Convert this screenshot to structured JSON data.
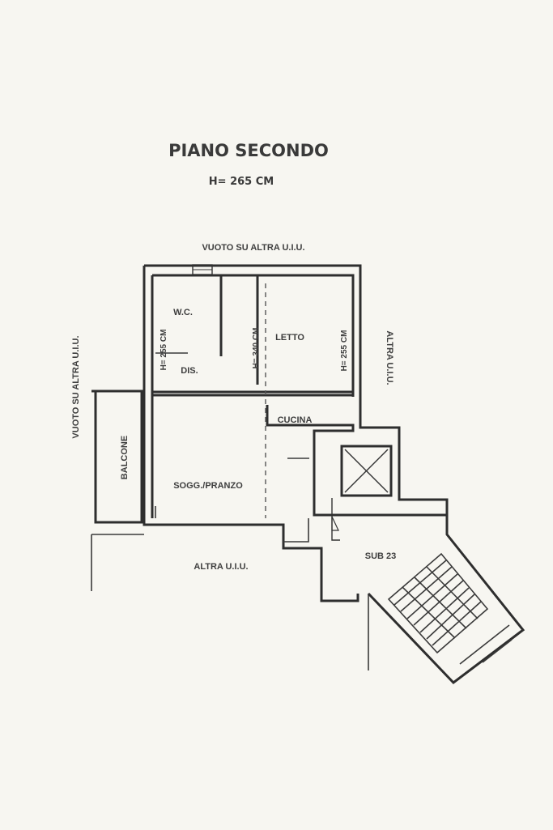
{
  "header": {
    "title": "PIANO SECONDO",
    "subtitle": "H= 265 CM"
  },
  "labels": {
    "top": "VUOTO SU ALTRA U.I.U.",
    "left": "VUOTO SU ALTRA U.I.U.",
    "right": "ALTRA U.I.U.",
    "bottom": "ALTRA U.I.U."
  },
  "rooms": {
    "wc": "W.C.",
    "dis": "DIS.",
    "letto": "LETTO",
    "cucina": "CUCINA",
    "soggiorno": "SOGG./PRANZO",
    "balcone": "BALCONE",
    "sub": "SUB 23"
  },
  "heights": {
    "wc": "H= 255 CM",
    "letto_left": "H= 340 CM",
    "letto_right": "H= 255 CM"
  }
}
